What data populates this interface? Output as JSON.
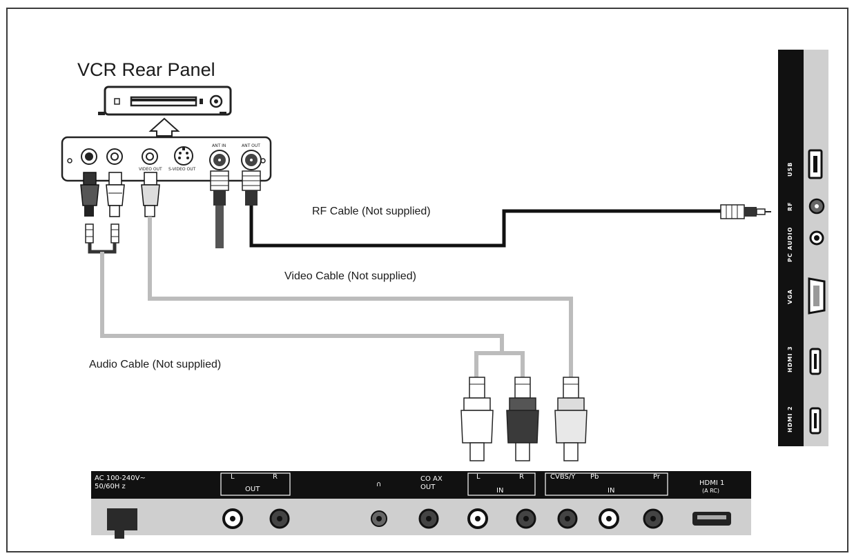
{
  "title": "VCR Rear Panel",
  "cables": {
    "rf": "RF Cable (Not supplied)",
    "video": "Video Cable (Not supplied)",
    "audio": "Audio Cable (Not supplied)"
  },
  "vcr_ports": {
    "video_out": "VIDEO OUT",
    "svideo_out": "S-VIDEO OUT",
    "ant_in": "ANT IN",
    "ant_out": "ANT OUT"
  },
  "bottom_panel": {
    "power_line1": "AC 100-240V~",
    "power_line2": "50/60H z",
    "out_l": "L",
    "out_r": "R",
    "out_label": "OUT",
    "coax_line1": "CO AX",
    "coax_line2": "OUT",
    "in_l": "L",
    "in_r": "R",
    "in_label": "IN",
    "cvbs": "CVBS/Y",
    "pb": "Pb",
    "pr": "Pr",
    "comp_in": "IN",
    "hdmi1": "HDMI  1",
    "arc": "(A RC)"
  },
  "side_panel": {
    "usb": "USB",
    "rf": "RF",
    "pc_audio": "PC AUDIO",
    "vga": "VGA",
    "hdmi3": "HDMI 3",
    "hdmi2": "HDMI 2"
  }
}
